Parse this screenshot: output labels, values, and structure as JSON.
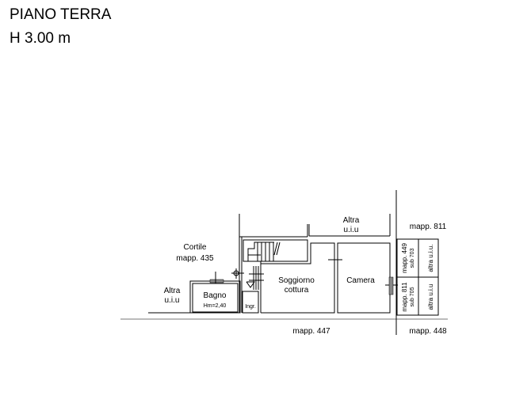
{
  "header": {
    "title": "PIANO TERRA",
    "height": "H 3.00 m"
  },
  "labels": {
    "altra_top": [
      "Altra",
      "u.i.u"
    ],
    "mapp_811": "mapp. 811",
    "cortile": [
      "Cortile",
      "mapp. 435"
    ],
    "altra_left": [
      "Altra",
      "u.i.u"
    ],
    "bagno": "Bagno",
    "bagno_height": "Hm=2,40",
    "ingr": "Ingr.",
    "soggiorno": [
      "Soggiorno",
      "cottura"
    ],
    "camera": "Camera",
    "mapp_449": [
      "mapp. 449",
      "sub 703"
    ],
    "mapp_811_sub": [
      "mapp. 811",
      "sub 705"
    ],
    "altra_uiu_1": "altra u.i.u.",
    "altra_uiu_2": "altra u.i.u",
    "mapp_447": "mapp. 447",
    "mapp_448": "mapp. 448"
  }
}
